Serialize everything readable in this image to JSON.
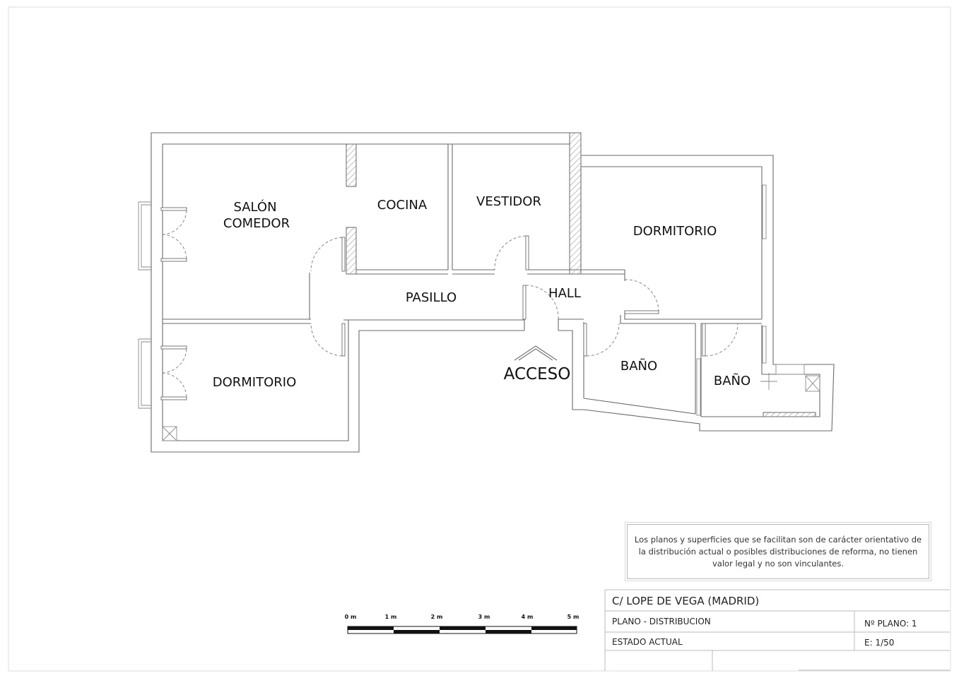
{
  "rooms": {
    "salon_line1": "SALÓN",
    "salon_line2": "COMEDOR",
    "cocina": "COCINA",
    "vestidor": "VESTIDOR",
    "dormitorio_principal": "DORMITORIO",
    "pasillo": "PASILLO",
    "hall": "HALL",
    "dormitorio_secundario": "DORMITORIO",
    "bano_1": "BAÑO",
    "bano_2": "BAÑO"
  },
  "access": {
    "label": "ACCESO"
  },
  "disclaimer": {
    "text": "Los planos y superficies que se facilitan son de carácter orientativo de la distribución actual o posibles distribuciones de reforma, no tienen valor legal y no son vinculantes."
  },
  "scale_bar": {
    "labels": [
      "0 m",
      "1 m",
      "2 m",
      "3 m",
      "4 m",
      "5 m"
    ]
  },
  "title_block": {
    "address": "C/  LOPE DE VEGA   (MADRID)",
    "plan_type": "PLANO   -  DISTRIBUCION",
    "plan_number": "Nº PLANO:  1",
    "state": "ESTADO  ACTUAL",
    "scale": "E: 1/50"
  },
  "colors": {
    "wall": "#6a6a6a",
    "text": "#111111",
    "border": "#d0d0d0"
  }
}
